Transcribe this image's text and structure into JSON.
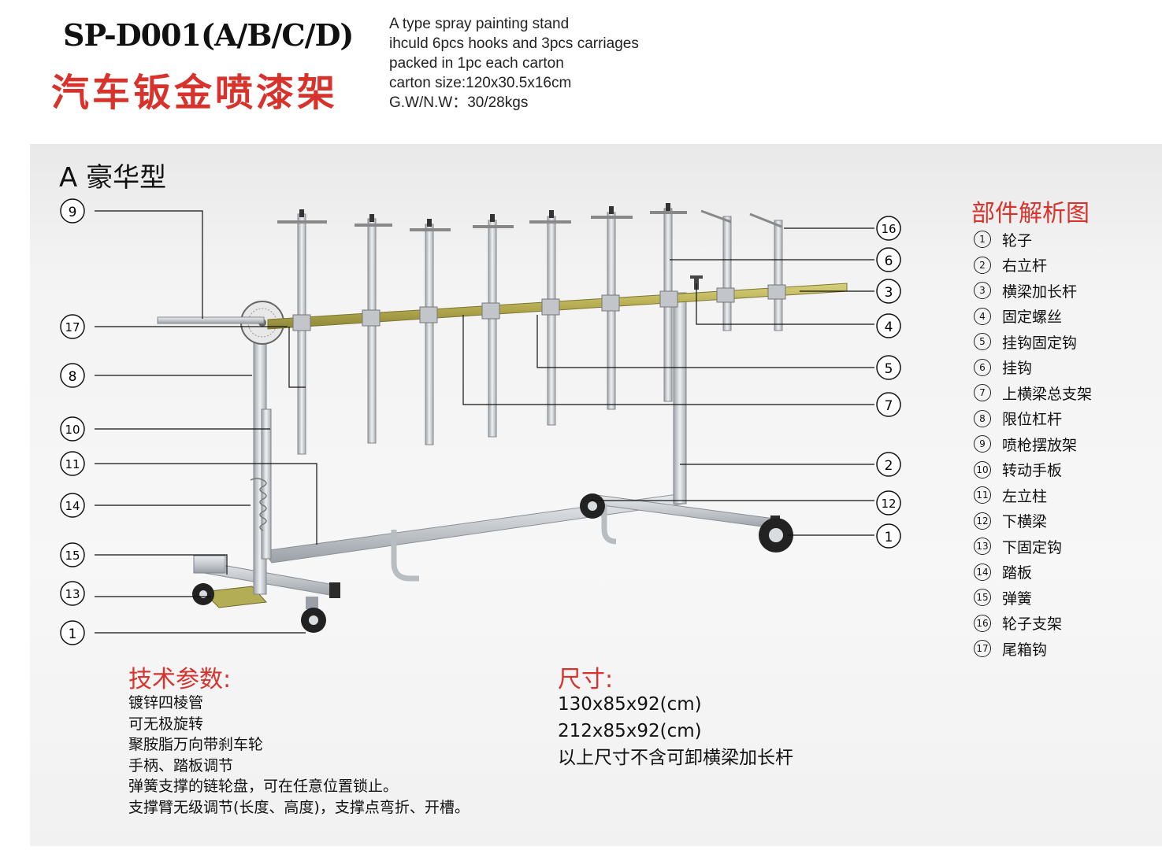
{
  "header": {
    "model": "SP-D001(A/B/C/D)",
    "title_cn": "汽车钣金喷漆架",
    "spec_lines": [
      "A type spray painting stand",
      "ihculd 6pcs hooks and 3pcs carriages",
      "packed in 1pc each carton",
      "carton size:120x30.5x16cm",
      "G.W/N.W：30/28kgs"
    ]
  },
  "diagram": {
    "type_title": "A  豪华型",
    "left_callouts": [
      "⑨",
      "⑰",
      "⑧",
      "⑩",
      "⑪",
      "⑭",
      "⑮",
      "⑬",
      "①"
    ],
    "right_callouts": [
      "⑯",
      "⑥",
      "③",
      "④",
      "⑤",
      "⑦",
      "②",
      "⑫",
      "①"
    ]
  },
  "parts": {
    "title": "部件解析图",
    "items": [
      {
        "num": "1",
        "label": "轮子"
      },
      {
        "num": "2",
        "label": "右立杆"
      },
      {
        "num": "3",
        "label": "横梁加长杆"
      },
      {
        "num": "4",
        "label": "固定螺丝"
      },
      {
        "num": "5",
        "label": "挂钩固定钩"
      },
      {
        "num": "6",
        "label": "挂钩"
      },
      {
        "num": "7",
        "label": "上横梁总支架"
      },
      {
        "num": "8",
        "label": "限位杠杆"
      },
      {
        "num": "9",
        "label": "喷枪摆放架"
      },
      {
        "num": "10",
        "label": "转动手板"
      },
      {
        "num": "11",
        "label": "左立柱"
      },
      {
        "num": "12",
        "label": "下横梁"
      },
      {
        "num": "13",
        "label": "下固定钩"
      },
      {
        "num": "14",
        "label": "踏板"
      },
      {
        "num": "15",
        "label": "弹簧"
      },
      {
        "num": "16",
        "label": "轮子支架"
      },
      {
        "num": "17",
        "label": "尾箱钩"
      }
    ]
  },
  "tech": {
    "title": "技术参数:",
    "lines": [
      "镀锌四棱管",
      "可无极旋转",
      "聚胺脂万向带刹车轮",
      "手柄、踏板调节",
      "弹簧支撑的链轮盘，可在任意位置锁止。",
      "支撑臂无级调节(长度、高度)，支撑点弯折、开槽。"
    ]
  },
  "size": {
    "title": "尺寸:",
    "lines": [
      "130x85x92(cm)",
      "212x85x92(cm)",
      "以上尺寸不含可卸横梁加长杆"
    ]
  },
  "colors": {
    "accent_red": "#d7332c",
    "metal": "#c9cdd2",
    "beam_gold": "#b9b25a"
  }
}
